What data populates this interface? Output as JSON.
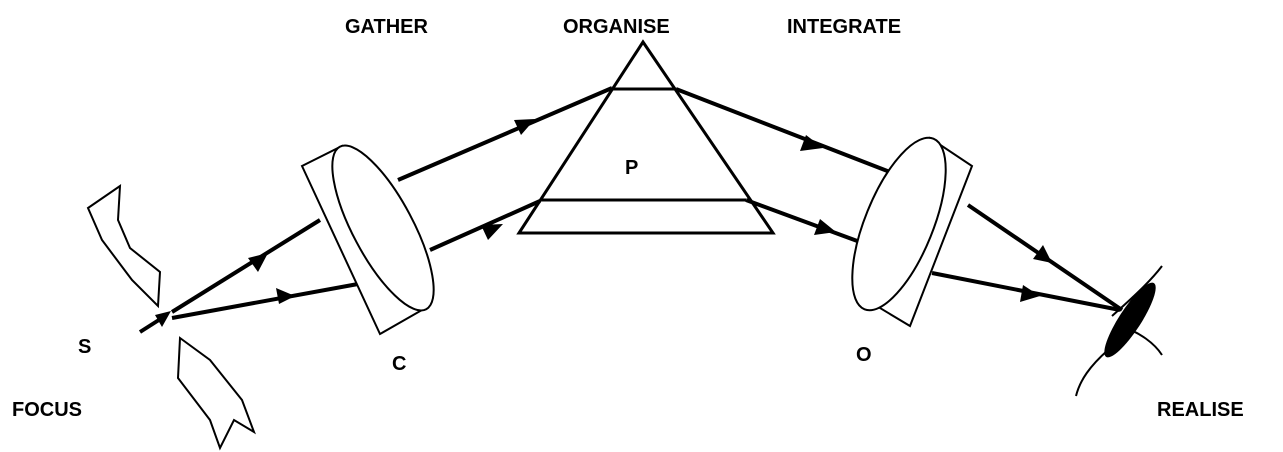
{
  "stages": {
    "focus": "FOCUS",
    "gather": "GATHER",
    "organise": "ORGANISE",
    "integrate": "INTEGRATE",
    "realise": "REALISE"
  },
  "components": {
    "source": "S",
    "condenser": "C",
    "prism": "P",
    "objective": "O"
  },
  "colors": {
    "line": "#000000",
    "background": "#ffffff"
  }
}
